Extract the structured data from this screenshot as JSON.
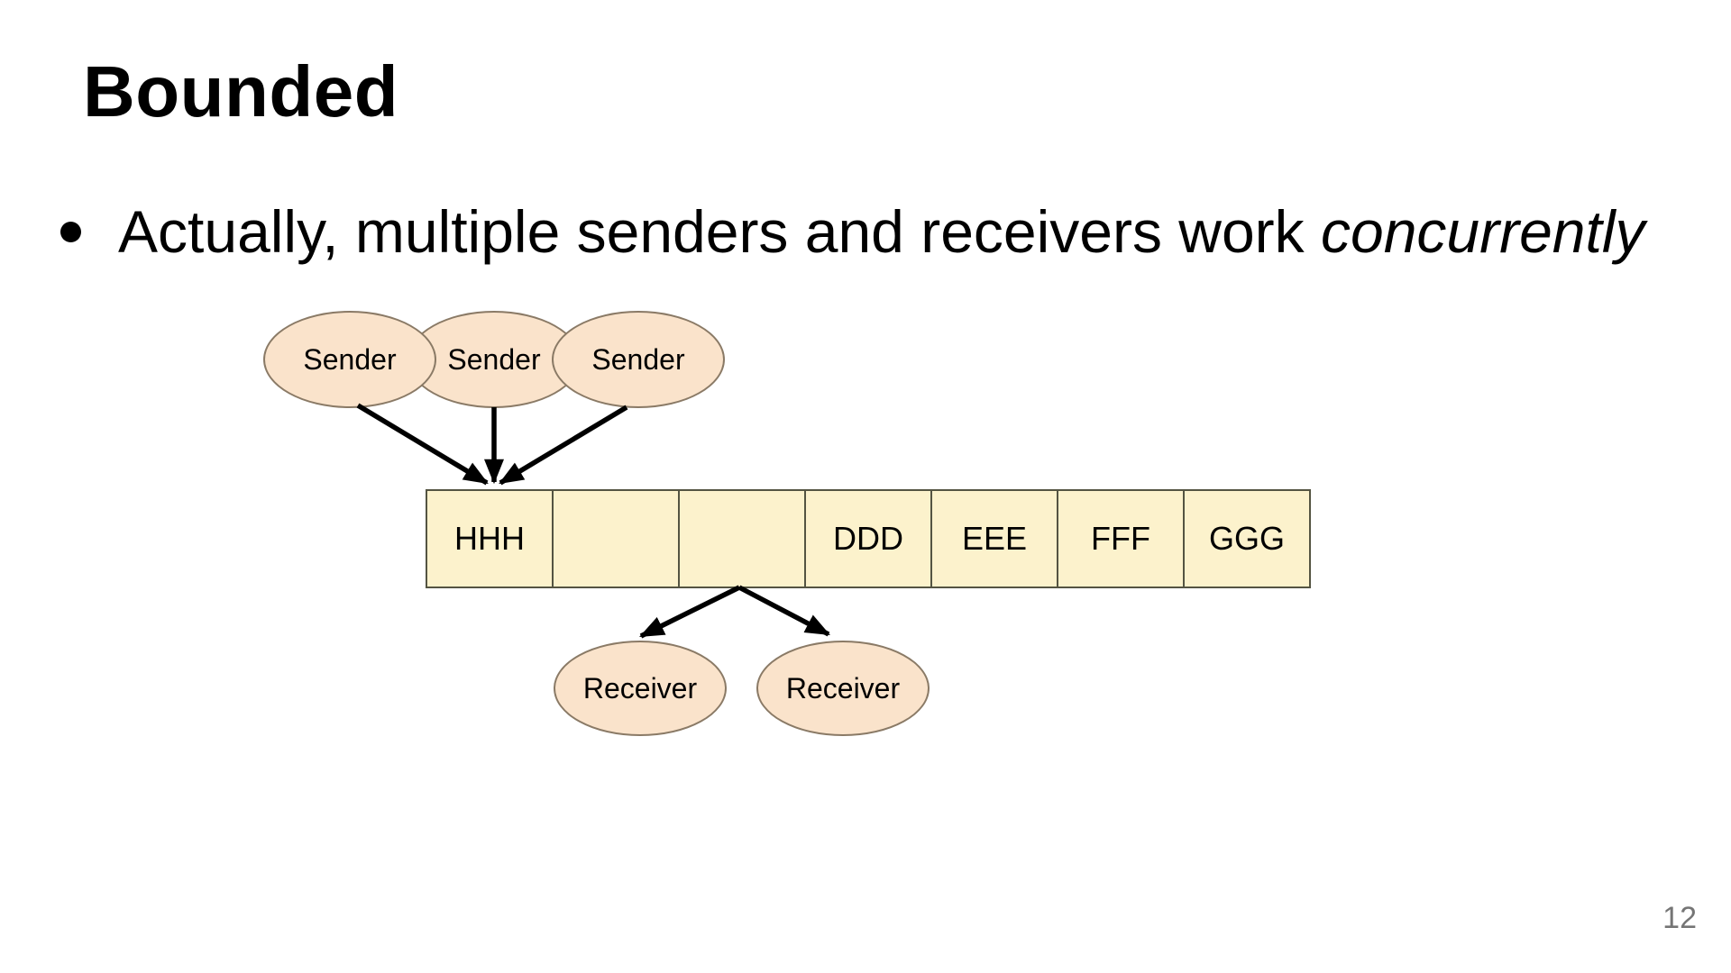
{
  "slide": {
    "title": "Bounded",
    "bullet": {
      "prefix": "Actually, multiple senders and receivers work ",
      "emphasis": "concurrently"
    },
    "page_number": "12"
  },
  "diagram": {
    "senders": [
      {
        "label": "Sender"
      },
      {
        "label": "Sender"
      },
      {
        "label": "Sender"
      }
    ],
    "buffer": {
      "cells": [
        {
          "label": "HHH"
        },
        {
          "label": ""
        },
        {
          "label": ""
        },
        {
          "label": "DDD"
        },
        {
          "label": "EEE"
        },
        {
          "label": "FFF"
        },
        {
          "label": "GGG"
        }
      ]
    },
    "receivers": [
      {
        "label": "Receiver"
      },
      {
        "label": "Receiver"
      }
    ],
    "colors": {
      "ellipse_fill": "#fae3cb",
      "ellipse_border": "#8a7a66",
      "cell_fill": "#fcf2cc",
      "cell_border": "#545442",
      "arrow": "#000000",
      "page_number_color": "#757575"
    }
  }
}
